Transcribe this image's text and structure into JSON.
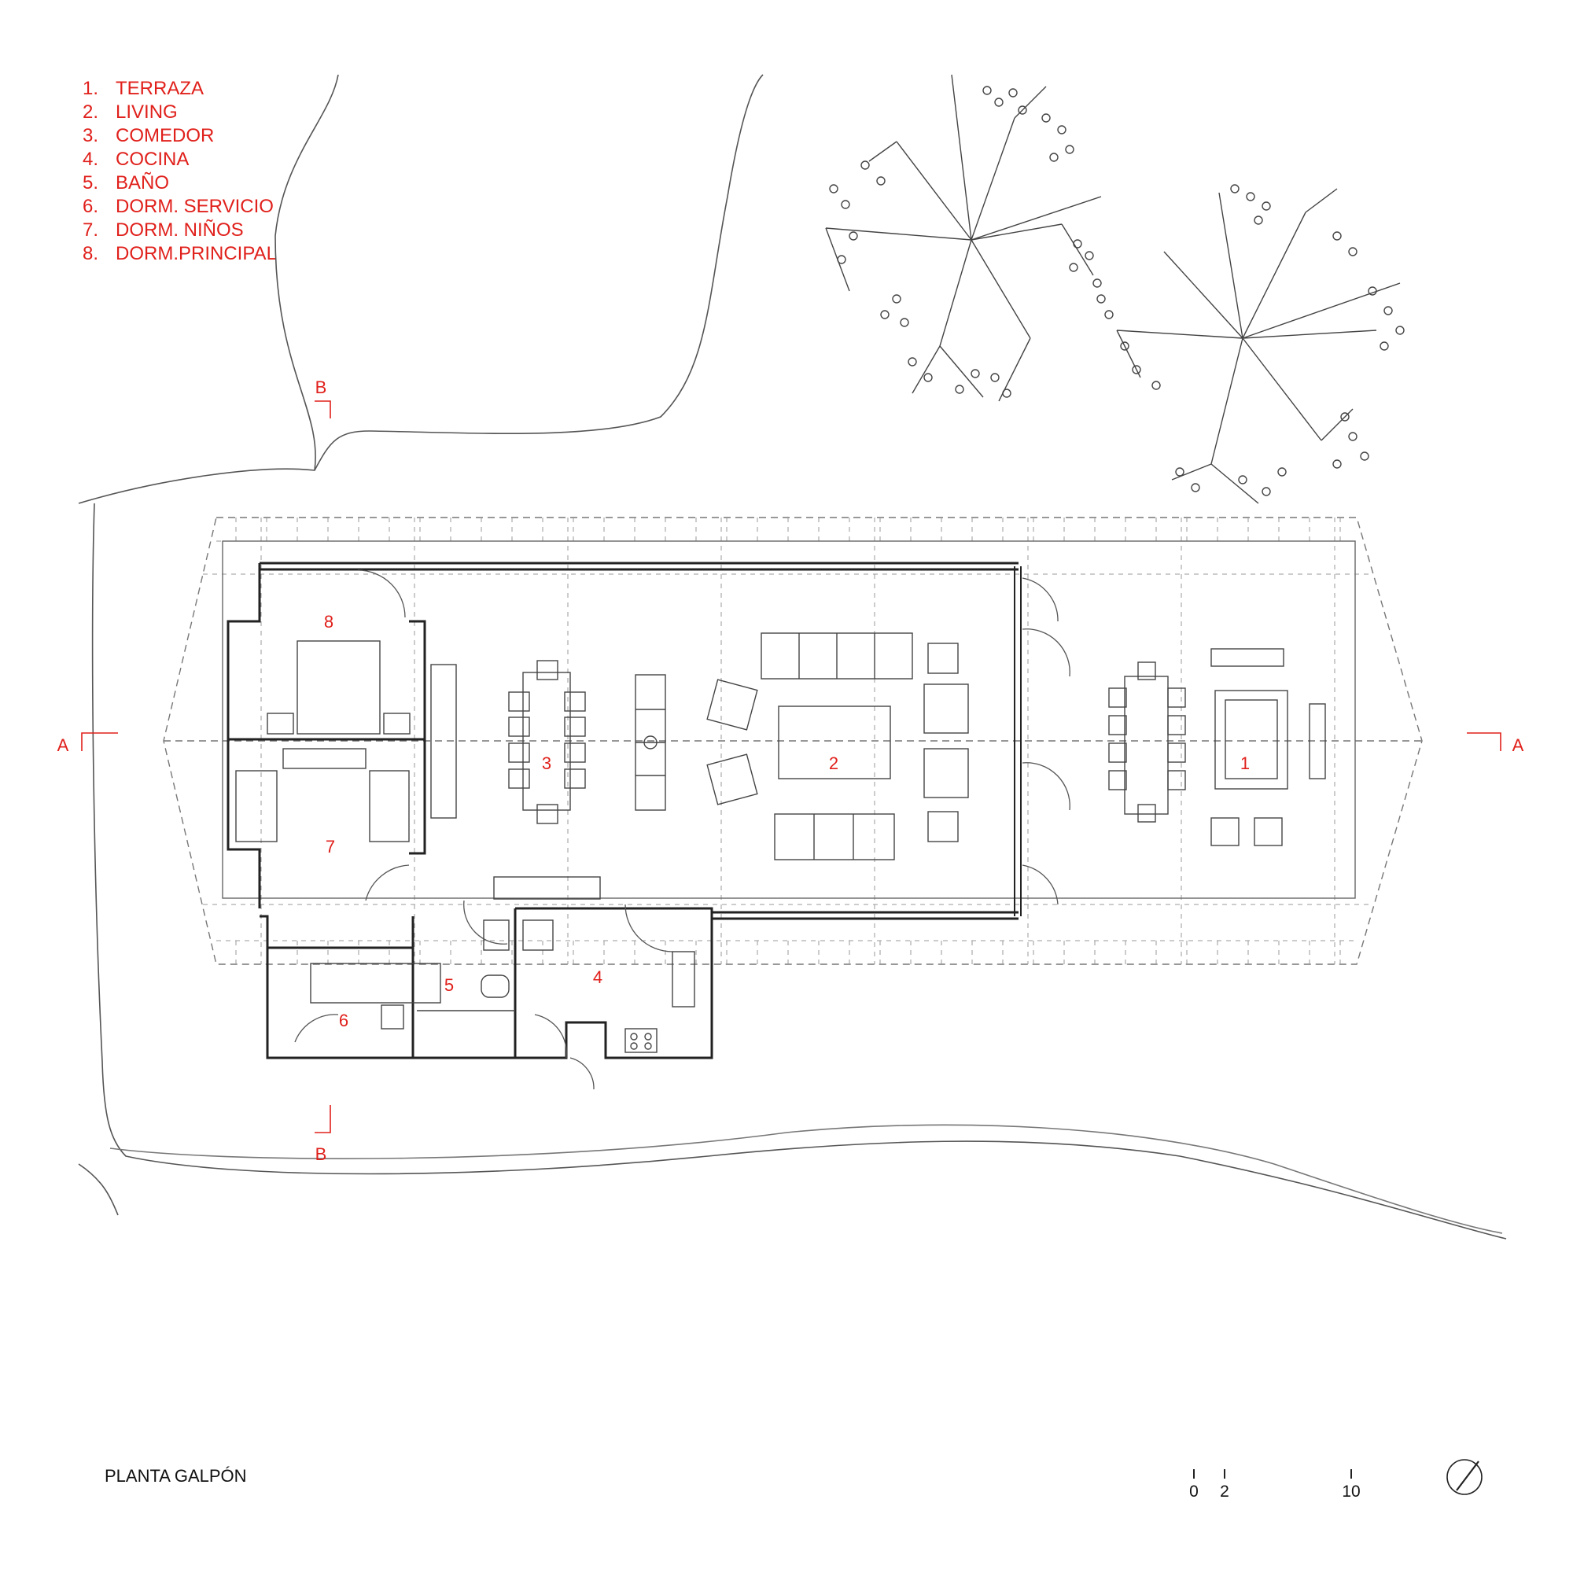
{
  "legend": [
    {
      "num": "1.",
      "label": "TERRAZA"
    },
    {
      "num": "2.",
      "label": "LIVING"
    },
    {
      "num": "3.",
      "label": "COMEDOR"
    },
    {
      "num": "4.",
      "label": "COCINA"
    },
    {
      "num": "5.",
      "label": "BAÑO"
    },
    {
      "num": "6.",
      "label": "DORM. SERVICIO"
    },
    {
      "num": "7.",
      "label": "DORM. NIÑOS"
    },
    {
      "num": "8.",
      "label": "DORM.PRINCIPAL"
    }
  ],
  "rooms": [
    "1",
    "2",
    "3",
    "4",
    "5",
    "6",
    "7",
    "8"
  ],
  "section_marks": {
    "a": "A",
    "b": "B"
  },
  "drawing_title": "PLANTA GALPÓN",
  "scale": {
    "ticks": [
      "0",
      "2",
      "10"
    ]
  },
  "colors": {
    "annotation": "#e0201b",
    "line": "#555555",
    "wall": "#222222"
  },
  "icons": {
    "north": "north-arrow-icon"
  }
}
